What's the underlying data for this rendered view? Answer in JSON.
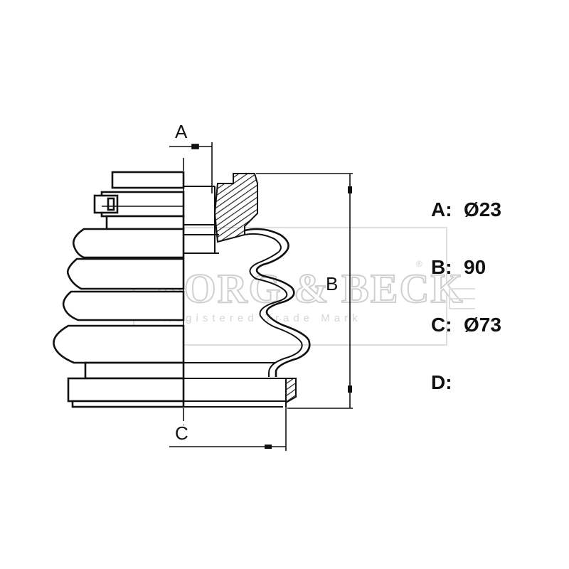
{
  "watermark": {
    "brand": "BORG & BECK",
    "registered": "®",
    "subtitle": "Registered Trade Mark"
  },
  "dimension_labels": {
    "a": "A",
    "b": "B",
    "c": "C"
  },
  "specs": [
    {
      "label": "A:",
      "value": "Ø23"
    },
    {
      "label": "B:",
      "value": "90"
    },
    {
      "label": "C:",
      "value": "Ø73"
    },
    {
      "label": "D:",
      "value": ""
    }
  ],
  "colors": {
    "line": "#111111",
    "hatch": "#222222",
    "watermark": "#cfcfcf"
  }
}
